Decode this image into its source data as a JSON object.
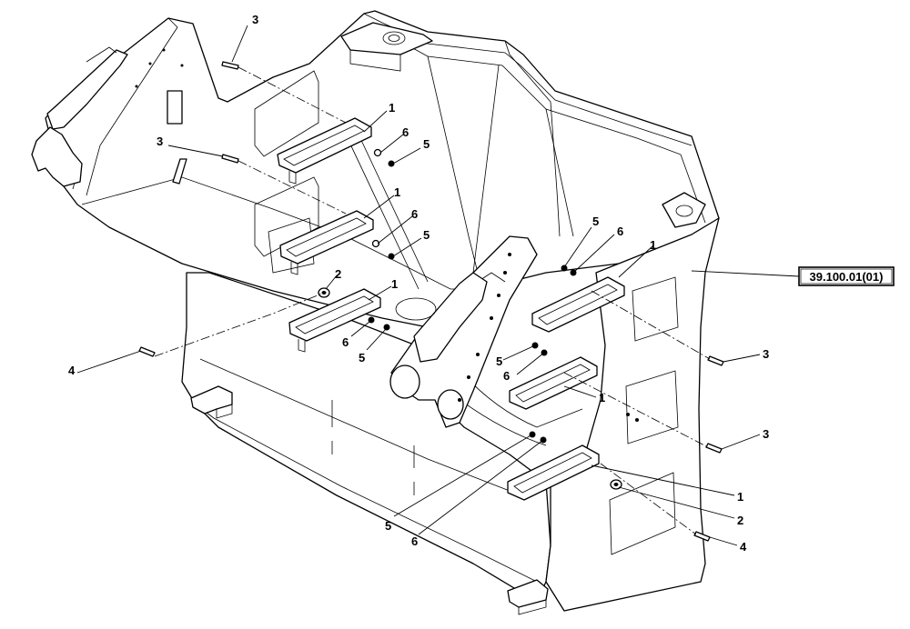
{
  "drawing_reference": "39.100.01(01)",
  "callouts": [
    {
      "id": "c3a",
      "text": "3"
    },
    {
      "id": "c1a",
      "text": "1"
    },
    {
      "id": "c6a",
      "text": "6"
    },
    {
      "id": "c5a",
      "text": "5"
    },
    {
      "id": "c3b",
      "text": "3"
    },
    {
      "id": "c1b",
      "text": "1"
    },
    {
      "id": "c6b",
      "text": "6"
    },
    {
      "id": "c5b",
      "text": "5"
    },
    {
      "id": "c2a",
      "text": "2"
    },
    {
      "id": "c1c",
      "text": "1"
    },
    {
      "id": "c4a",
      "text": "4"
    },
    {
      "id": "c6c",
      "text": "6"
    },
    {
      "id": "c5c",
      "text": "5"
    },
    {
      "id": "c5d",
      "text": "5"
    },
    {
      "id": "c6d",
      "text": "6"
    },
    {
      "id": "c1d",
      "text": "1"
    },
    {
      "id": "c5e",
      "text": "5"
    },
    {
      "id": "c6e",
      "text": "6"
    },
    {
      "id": "c1e",
      "text": "1"
    },
    {
      "id": "c3c",
      "text": "3"
    },
    {
      "id": "c3d",
      "text": "3"
    },
    {
      "id": "c1f",
      "text": "1"
    },
    {
      "id": "c2b",
      "text": "2"
    },
    {
      "id": "c4b",
      "text": "4"
    },
    {
      "id": "c5f",
      "text": "5"
    },
    {
      "id": "c6f",
      "text": "6"
    }
  ]
}
